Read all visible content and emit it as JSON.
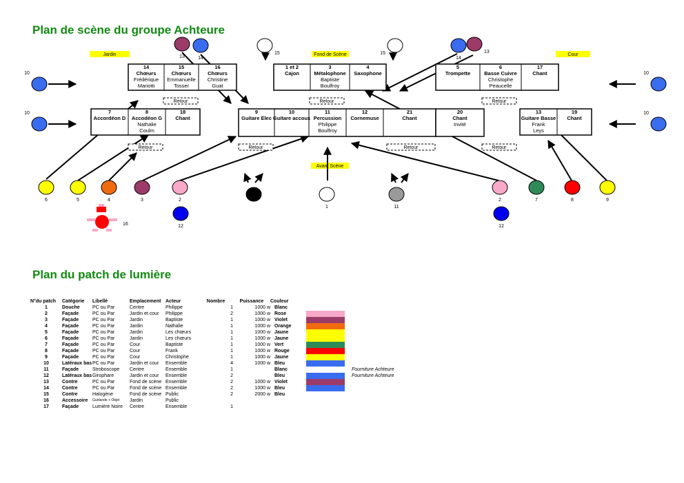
{
  "titles": {
    "stage": "Plan de scène du groupe Achteure",
    "patch": "Plan du patch de lumière"
  },
  "colors": {
    "blue": "#3a6cf0",
    "deepblue": "#0000ee",
    "violet": "#9c3b6a",
    "yellow": "#ffff00",
    "orange": "#f26a0e",
    "pink": "#f8a8c8",
    "green": "#2e8b57",
    "red": "#ff0000",
    "grey": "#9a9a9a",
    "black": "#000000",
    "white": "#ffffff",
    "title_green": "#118a11",
    "num_blue": "#0000cc",
    "num_red": "#dd0000"
  },
  "stage_labels": {
    "jardin": "Jardin",
    "fond": "Fond de Scène",
    "cour": "Cour",
    "avant": "Avant Scène",
    "retour": "Retour"
  },
  "boxes": [
    {
      "cells": [
        {
          "num": "14",
          "num_color": "red",
          "role": "Chœurs",
          "lines": [
            "Frédérique",
            "Mariotti"
          ]
        },
        {
          "num": "15",
          "num_color": "red",
          "role": "Chœurs",
          "lines": [
            "Emmanuelle",
            "Tosser"
          ]
        },
        {
          "num": "16",
          "num_color": "red",
          "role": "Chœurs",
          "lines": [
            "Christine",
            "Guat"
          ]
        }
      ]
    },
    {
      "cells": [
        {
          "num": "1 et 2",
          "num_color": "blue",
          "role": "Cajon",
          "lines": []
        },
        {
          "num": "3",
          "num_color": "blue",
          "role": "Métalophone",
          "lines": [
            "Baptiste",
            "Boulfroy"
          ]
        },
        {
          "num": "4",
          "num_color": "blue",
          "role": "Saxophone",
          "lines": []
        }
      ]
    },
    {
      "cells": [
        {
          "num": "5",
          "num_color": "blue",
          "role": "Trompette",
          "lines": []
        },
        {
          "num": "6",
          "num_color": "blue",
          "role": "Basse Cuivre",
          "lines": [
            "Christophe",
            "Peaucelle"
          ]
        },
        {
          "num": "17",
          "num_color": "red",
          "role": "Chant",
          "lines": []
        }
      ]
    },
    {
      "cells": [
        {
          "num": "7",
          "num_color": "blue",
          "role": "Accordéon D",
          "lines": []
        },
        {
          "num": "8",
          "num_color": "blue",
          "role": "Accodéon G",
          "lines": [
            "Nathalie",
            "Coulm"
          ]
        },
        {
          "num": "18",
          "num_color": "red",
          "role": "Chant",
          "lines": []
        }
      ]
    },
    {
      "cells": [
        {
          "num": "9",
          "num_color": "blue",
          "role": "Guitare Elec",
          "lines": []
        },
        {
          "num": "10",
          "num_color": "blue",
          "role": "Guitare accous",
          "lines": []
        },
        {
          "num": "11",
          "num_color": "blue",
          "role": "Percussion",
          "lines": [
            "Philippe",
            "Boulfroy"
          ]
        },
        {
          "num": "12",
          "num_color": "blue",
          "role": "Cornemuse",
          "lines": []
        },
        {
          "num": "21",
          "num_color": "red",
          "role": "Chant",
          "lines": []
        }
      ]
    },
    {
      "cells": [
        {
          "num": "20",
          "num_color": "red",
          "role": "Chant",
          "lines": [
            "Invité"
          ]
        }
      ]
    },
    {
      "cells": [
        {
          "num": "13",
          "num_color": "blue",
          "role": "Guitare Basse",
          "lines": [
            "Frank",
            "Leys"
          ]
        },
        {
          "num": "19",
          "num_color": "red",
          "role": "Chant",
          "lines": []
        }
      ]
    }
  ],
  "lights": [
    {
      "id": "13",
      "color": "violet",
      "label": "13"
    },
    {
      "id": "14",
      "color": "blue",
      "label": "14"
    },
    {
      "id": "15",
      "color": "white",
      "label": "15"
    },
    {
      "id": "15b",
      "color": "white",
      "label": "15"
    },
    {
      "id": "14b",
      "color": "blue",
      "label": "14"
    },
    {
      "id": "13b",
      "color": "violet",
      "label": "13"
    },
    {
      "id": "10a",
      "color": "blue",
      "label": "10"
    },
    {
      "id": "10b",
      "color": "blue",
      "label": "10"
    },
    {
      "id": "10c",
      "color": "blue",
      "label": "10"
    },
    {
      "id": "10d",
      "color": "blue",
      "label": "10"
    },
    {
      "id": "6",
      "color": "yellow",
      "label": "6"
    },
    {
      "id": "5",
      "color": "yellow",
      "label": "5"
    },
    {
      "id": "4",
      "color": "orange",
      "label": "4"
    },
    {
      "id": "3",
      "color": "violet",
      "label": "3"
    },
    {
      "id": "2",
      "color": "pink",
      "label": "2"
    },
    {
      "id": "bl",
      "color": "black",
      "label": ""
    },
    {
      "id": "1",
      "color": "white",
      "label": "1"
    },
    {
      "id": "11",
      "color": "grey",
      "label": "11"
    },
    {
      "id": "2b",
      "color": "pink",
      "label": "2"
    },
    {
      "id": "7",
      "color": "green",
      "label": "7"
    },
    {
      "id": "8",
      "color": "red",
      "label": "8"
    },
    {
      "id": "9",
      "color": "yellow",
      "label": "9"
    },
    {
      "id": "12",
      "color": "deepblue",
      "label": "12"
    },
    {
      "id": "12b",
      "color": "deepblue",
      "label": "12"
    },
    {
      "id": "16",
      "color": "red",
      "label": "16"
    }
  ],
  "patch": {
    "headers": [
      "N°du patch",
      "Catégorie",
      "Libellé",
      "Emplacement",
      "Acteur",
      "Nombre",
      "Puissance",
      "Couleur"
    ],
    "rows": [
      {
        "n": "1",
        "cat": "Douche",
        "lib": "PC ou Par",
        "emp": "Centre",
        "act": "Philippe",
        "nb": "1",
        "pw": "1000 w",
        "col": "Blanc",
        "sw": ""
      },
      {
        "n": "2",
        "cat": "Façade",
        "lib": "PC ou Par",
        "emp": "Jardin et cour",
        "act": "Philippe",
        "nb": "2",
        "pw": "1000 w",
        "col": "Rose",
        "sw": "pink"
      },
      {
        "n": "3",
        "cat": "Façade",
        "lib": "PC ou Par",
        "emp": "Jardin",
        "act": "Baptiste",
        "nb": "1",
        "pw": "1000 w",
        "col": "Violet",
        "sw": "violet"
      },
      {
        "n": "4",
        "cat": "Façade",
        "lib": "PC ou Par",
        "emp": "Jardin",
        "act": "Nathalie",
        "nb": "1",
        "pw": "1000 w",
        "col": "Orange",
        "sw": "orange"
      },
      {
        "n": "5",
        "cat": "Façade",
        "lib": "PC ou Par",
        "emp": "Jardin",
        "act": "Les chœurs",
        "nb": "1",
        "pw": "1000 w",
        "col": "Jaune",
        "sw": "yellow"
      },
      {
        "n": "6",
        "cat": "Façade",
        "lib": "PC ou Par",
        "emp": "Jardin",
        "act": "Les chœurs",
        "nb": "1",
        "pw": "1000 w",
        "col": "Jaune",
        "sw": "yellow"
      },
      {
        "n": "7",
        "cat": "Façade",
        "lib": "PC ou Par",
        "emp": "Cour",
        "act": "Baptiste",
        "nb": "1",
        "pw": "1000 w",
        "col": "Vert",
        "sw": "green"
      },
      {
        "n": "8",
        "cat": "Façade",
        "lib": "PC ou Par",
        "emp": "Cour",
        "act": "Frank",
        "nb": "1",
        "pw": "1000 w",
        "col": "Rouge",
        "sw": "red"
      },
      {
        "n": "9",
        "cat": "Façade",
        "lib": "PC ou Par",
        "emp": "Cour",
        "act": "Christophe",
        "nb": "1",
        "pw": "1000 w",
        "col": "Jaune",
        "sw": "yellow"
      },
      {
        "n": "10",
        "cat": "Latéraux bas",
        "lib": "PC ou Par",
        "emp": "Jardin et cour",
        "act": "Ensemble",
        "nb": "4",
        "pw": "1000 w",
        "col": "Bleu",
        "sw": "blue"
      },
      {
        "n": "11",
        "cat": "Façade",
        "lib": "Stroboscope",
        "emp": "Centre",
        "act": "Ensemble",
        "nb": "1",
        "pw": "",
        "col": "Blanc",
        "sw": "",
        "note": "Fourniture Achteure"
      },
      {
        "n": "12",
        "cat": "Latéraux bas",
        "lib": "Girophare",
        "emp": "Jardin et cour",
        "act": "Ensemble",
        "nb": "2",
        "pw": "",
        "col": "Bleu",
        "sw": "blue",
        "note": "Fourniture Achteure"
      },
      {
        "n": "13",
        "cat": "Contre",
        "lib": "PC ou Par",
        "emp": "Fond de scène",
        "act": "Ensemble",
        "nb": "2",
        "pw": "1000 w",
        "col": "Violet",
        "sw": "violet"
      },
      {
        "n": "14",
        "cat": "Contre",
        "lib": "PC ou Par",
        "emp": "Fond de scène",
        "act": "Ensemble",
        "nb": "2",
        "pw": "1000 w",
        "col": "Bleu",
        "sw": "blue"
      },
      {
        "n": "15",
        "cat": "Contre",
        "lib": "Halogène",
        "emp": "Fond de scène",
        "act": "Public",
        "nb": "2",
        "pw": "2000 w",
        "col": "Bleu",
        "sw": ""
      },
      {
        "n": "16",
        "cat": "Accessoire",
        "lib": "Guirlande + Objet",
        "emp": "Jardin",
        "act": "Public",
        "nb": "",
        "pw": "",
        "col": "",
        "sw": "",
        "small": true
      },
      {
        "n": "17",
        "cat": "Façade",
        "lib": "Lumière Noire",
        "emp": "Centre",
        "act": "Ensemble",
        "nb": "1",
        "pw": "",
        "col": "",
        "sw": ""
      }
    ]
  }
}
